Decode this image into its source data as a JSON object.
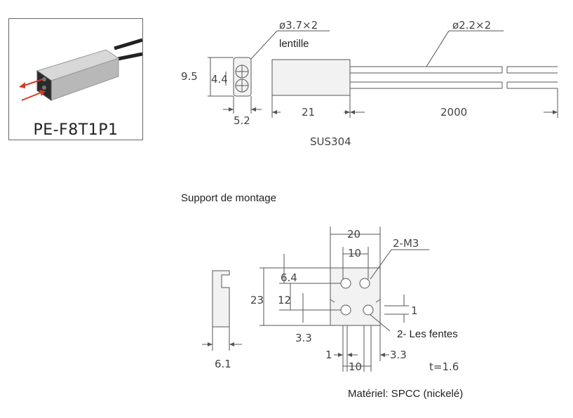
{
  "product": {
    "caption": "PE-F8T1P1"
  },
  "sensor_drawing": {
    "lens_dia": "ø3.7×2",
    "lens_label": "lentille",
    "cable_dia": "ø2.2×2",
    "height": "9.5",
    "lens_pitch": "4.4",
    "width": "5.2",
    "body_length": "21",
    "cable_length": "2000",
    "material": "SUS304"
  },
  "bracket": {
    "title": "Support de montage",
    "width": "20",
    "hole_pitch_h": "10",
    "holes": "2-M3",
    "top_offset": "6.4",
    "height": "23",
    "hole_pitch_v": "12",
    "slot_width": "1",
    "slot_offset": "3.3",
    "slots_label": "2- Les fentes",
    "slot_edge": "1",
    "slot_pitch": "10",
    "slot_side": "3.3",
    "side_thickness": "6.1",
    "thickness": "t=1.6",
    "material": "Matériel: SPCC (nickelé)"
  },
  "colors": {
    "line": "#555555",
    "body": "#f2f2f2",
    "text": "#222222"
  }
}
